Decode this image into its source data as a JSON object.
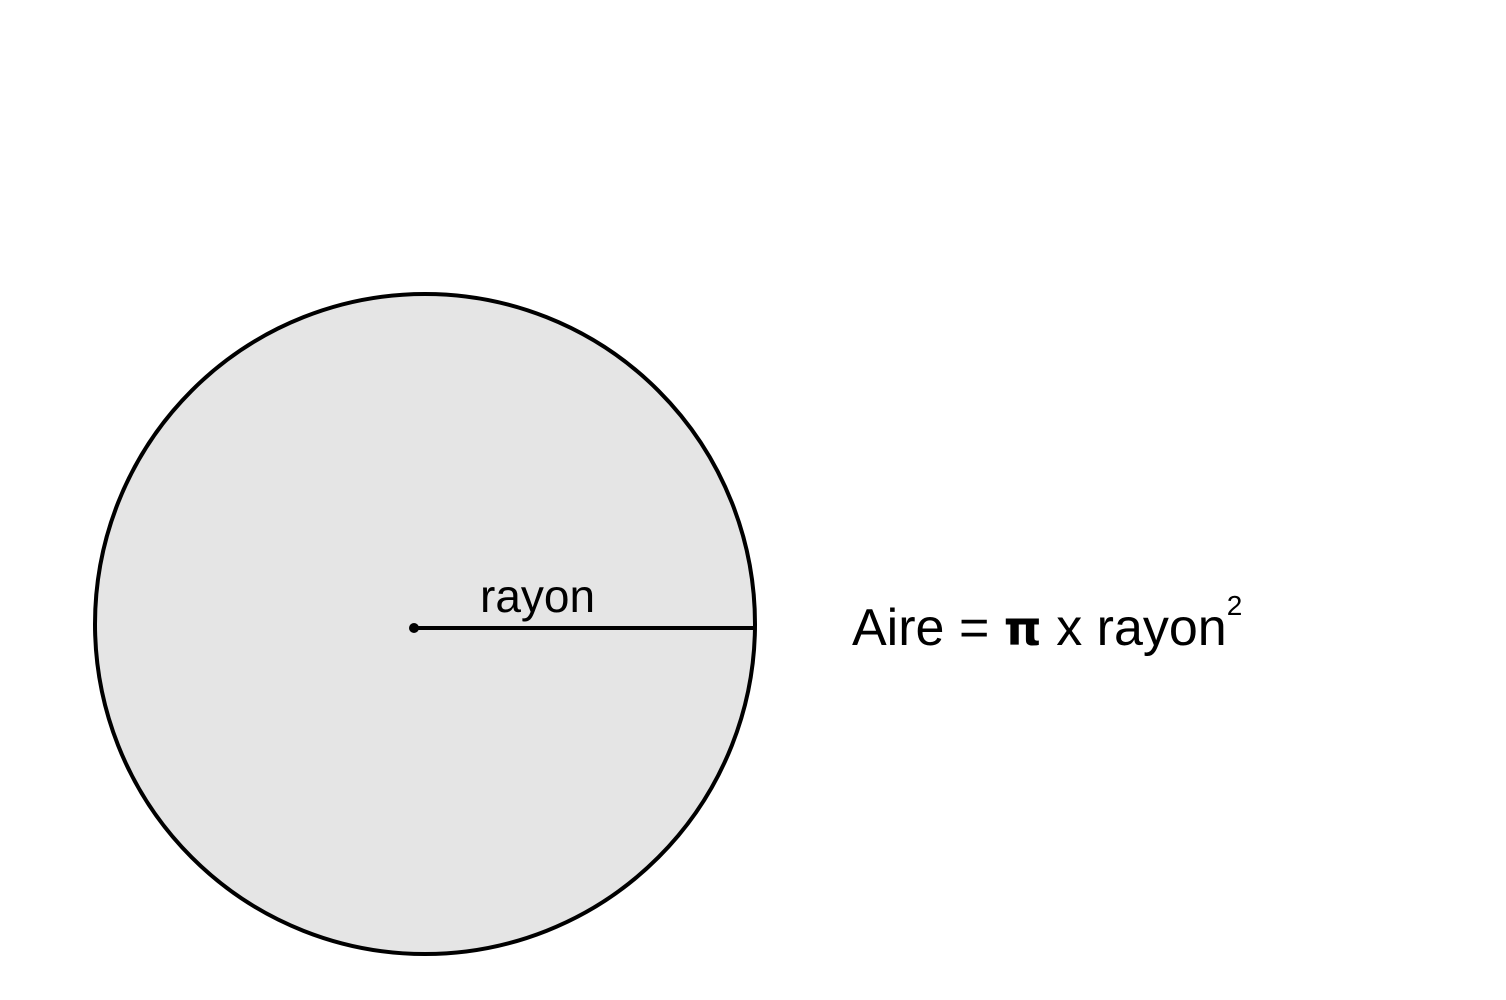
{
  "diagram": {
    "radius_label": "rayon",
    "formula": {
      "lhs": "Aire",
      "equals": "=",
      "pi_symbol": "π",
      "times": "x",
      "term": "rayon",
      "exponent": "2"
    }
  },
  "colors": {
    "circle_fill": "#e5e5e5",
    "stroke": "#000000",
    "background": "#ffffff"
  }
}
